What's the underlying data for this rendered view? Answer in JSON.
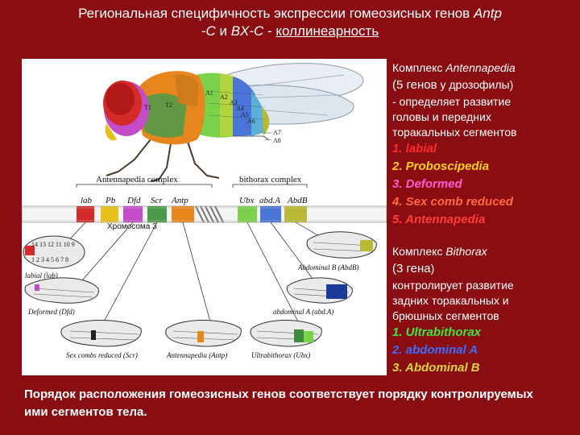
{
  "title": {
    "line1": "Региональная специфичность экспрессии гомеозисных генов ",
    "line1_italic": "Antp",
    "line2a": "-C",
    "line2b": " и ",
    "line2c": "BX-C",
    "line2d": " - ",
    "line2e": "коллинеарность"
  },
  "antp": {
    "heading": "Комплекс ",
    "heading_italic": "Antennapedia",
    "line2a": "(5 генов",
    "line2b": " у дрозофилы)",
    "line3": "- определяет развитие",
    "line4": "головы и передних",
    "line5": "торакальных сегментов",
    "genes": [
      {
        "label": "1. labial",
        "color": "#ff2a2a"
      },
      {
        "label": "2. Proboscipedia",
        "color": "#ffd21a"
      },
      {
        "label": "3. Deformed",
        "color": "#ff5ad2"
      },
      {
        "label": "4. Sex comb reduced",
        "color": "#ff6a3c"
      },
      {
        "label": "5. Antennapedia",
        "color": "#ff3b3b"
      }
    ]
  },
  "bx": {
    "heading": "Комплекс ",
    "heading_italic": "Bithorax",
    "line2a": "(3 гена",
    "line2b": ")",
    "line3": "контролирует развитие",
    "line4": "задних торакальных и",
    "line5": "брюшных сегментов",
    "genes": [
      {
        "label": "1. Ultrabithorax",
        "color": "#3ee63e"
      },
      {
        "label": "2. abdominal A",
        "color": "#3a6cff"
      },
      {
        "label": "3. Abdominal B",
        "color": "#d8d43a"
      }
    ]
  },
  "footer": "Порядок расположения гомеозисных генов соответствует порядку контролируемых ими сегментов тела.",
  "figure": {
    "antp_complex_label": "Antennapedia complex",
    "bx_complex_label": "bithorax complex",
    "chromosome_label": "Хромосома 3",
    "gene_labels": [
      "lab",
      "Pb",
      "Dfd",
      "Scr",
      "Antp",
      "Ubx",
      "abd.A",
      "AbdB"
    ],
    "segment_labels": [
      "T1",
      "T2",
      "A1",
      "A2",
      "A3",
      "A4",
      "A5",
      "A6",
      "A7",
      "A8"
    ],
    "embryo_number_label_top": "14 13 12 11 10 9",
    "embryo_number_label_bottom": "1 2 3 4 5 6 7 8",
    "embryo_labels": {
      "labial": "labial (lab)",
      "deformed": "Deformed (Dfd)",
      "scr": "Sex combs reduced (Scr)",
      "antp": "Antennapedia (Antp)",
      "ubx": "Ultrabithorax (Ubx)",
      "abda": "abdominal A (abd.A)",
      "abdb": "Abdominal B (AbdB)"
    },
    "colors": {
      "lab": "#d42a2a",
      "pb": "#e8c21a",
      "dfd": "#c44cc8",
      "scr": "#4a9a4a",
      "antp": "#e8861e",
      "ubx": "#7ad24a",
      "abda": "#4a74d8",
      "abdb": "#b8ba36"
    }
  }
}
